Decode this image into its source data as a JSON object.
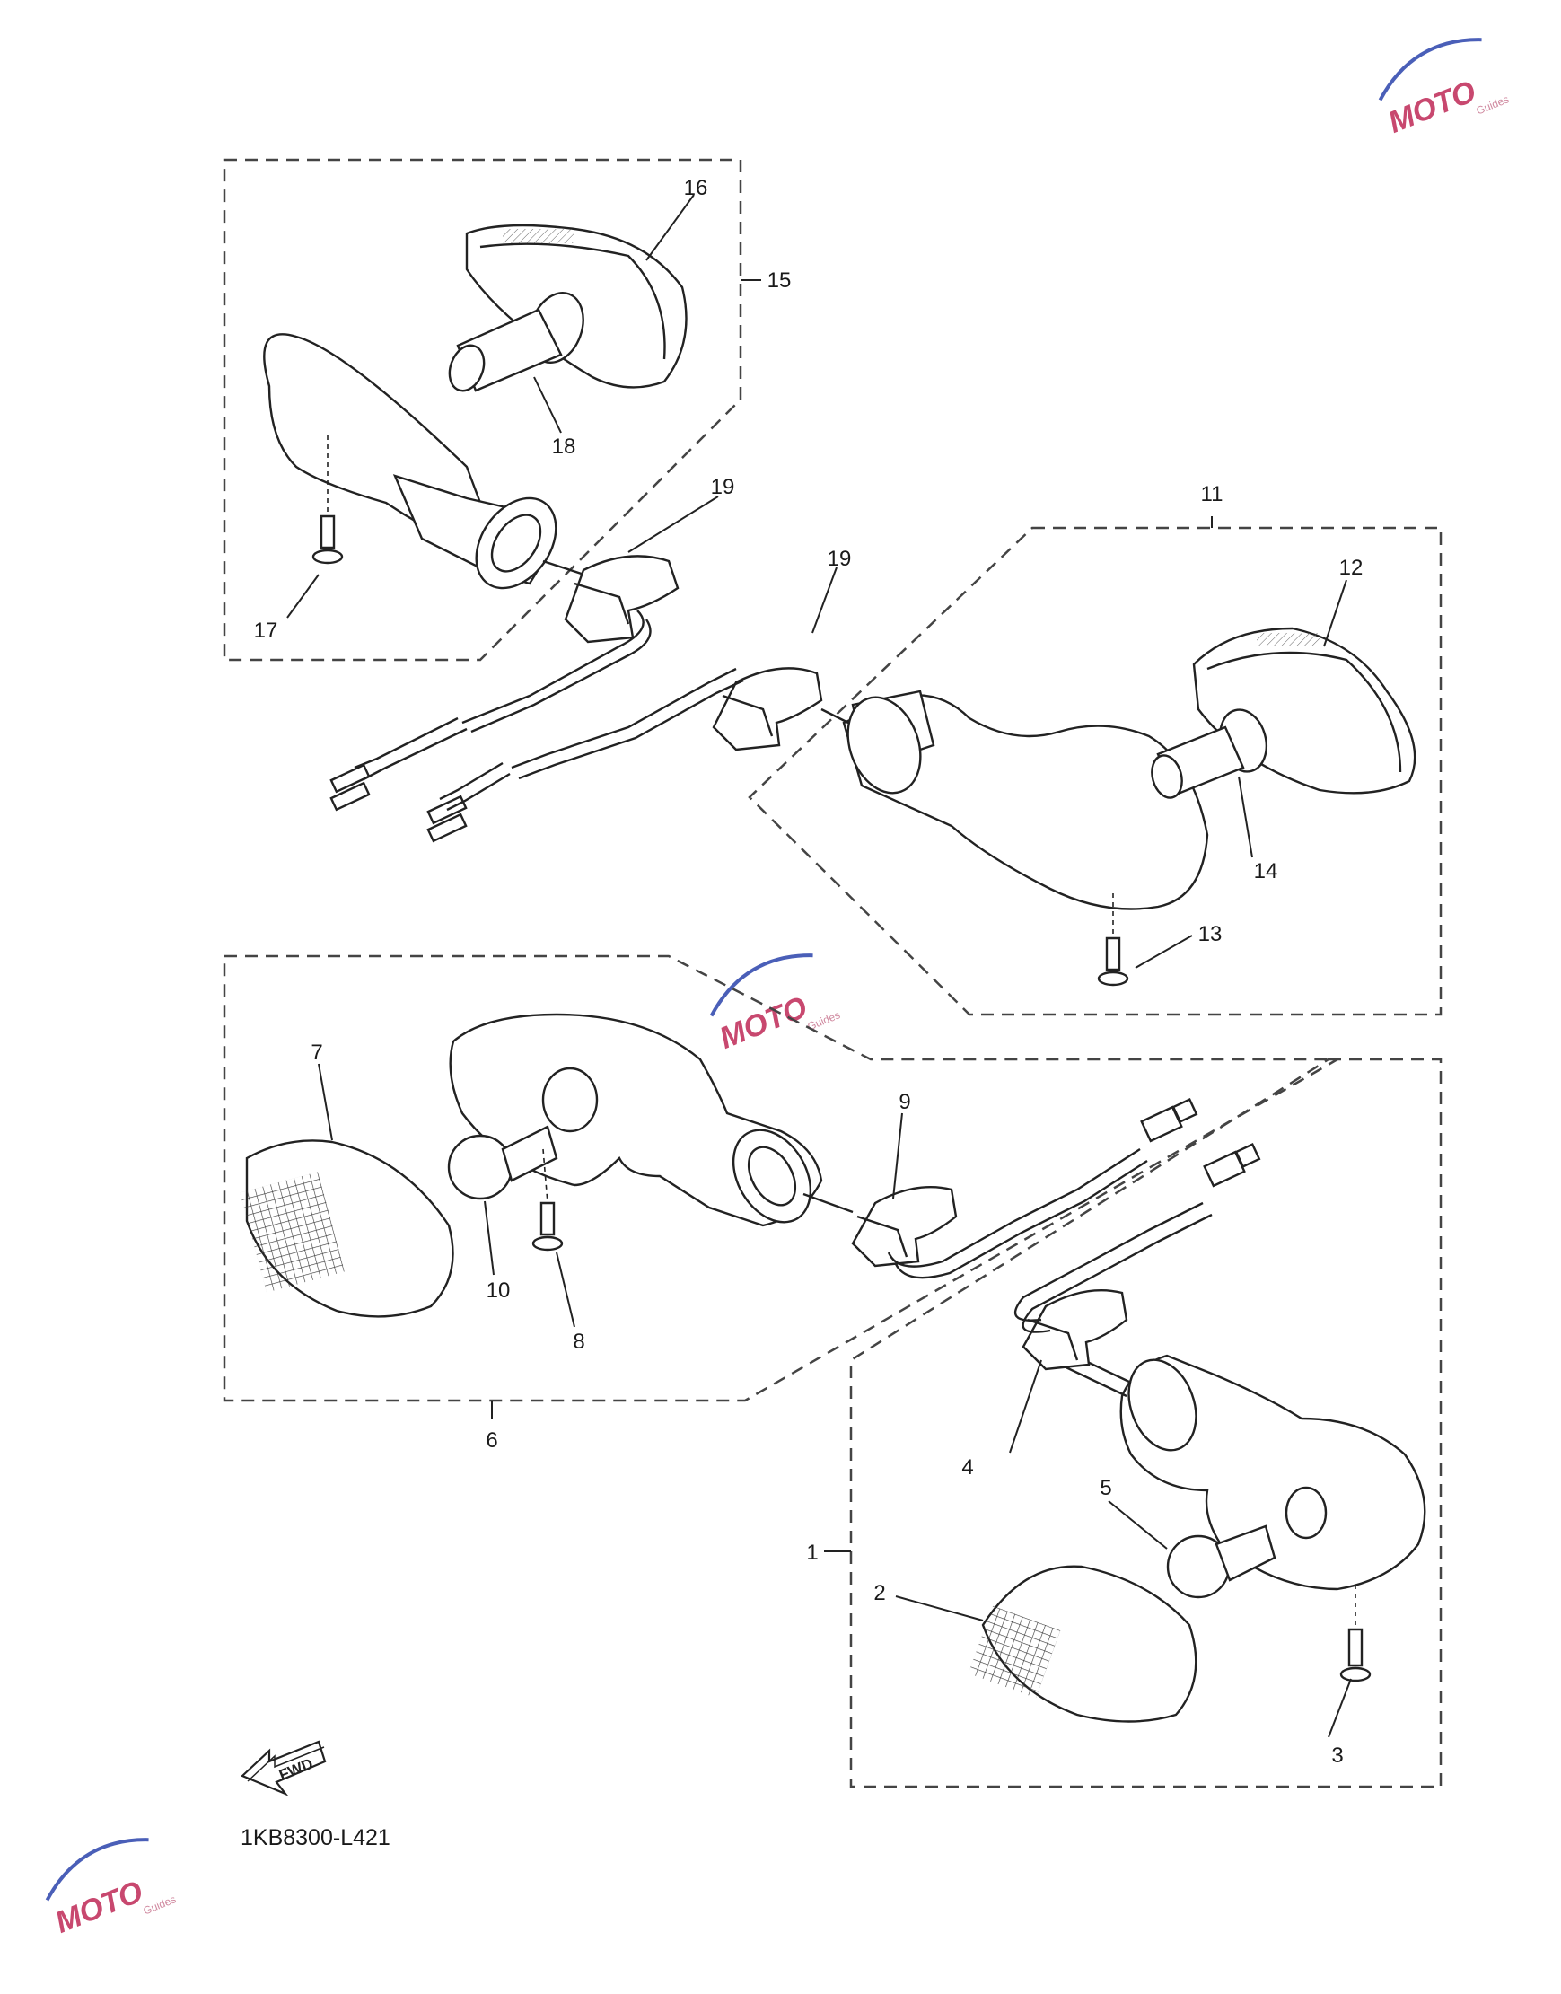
{
  "diagram": {
    "code": "1KB8300-L421",
    "fwd_label": "FWD",
    "watermark": {
      "text": "MOTO",
      "subtext": "Guides",
      "color": "#c8486f",
      "accent": "#4a5fb8"
    },
    "callouts": [
      "1",
      "2",
      "3",
      "4",
      "5",
      "6",
      "7",
      "8",
      "9",
      "10",
      "11",
      "12",
      "13",
      "14",
      "15",
      "16",
      "17",
      "18",
      "19",
      "19"
    ]
  }
}
